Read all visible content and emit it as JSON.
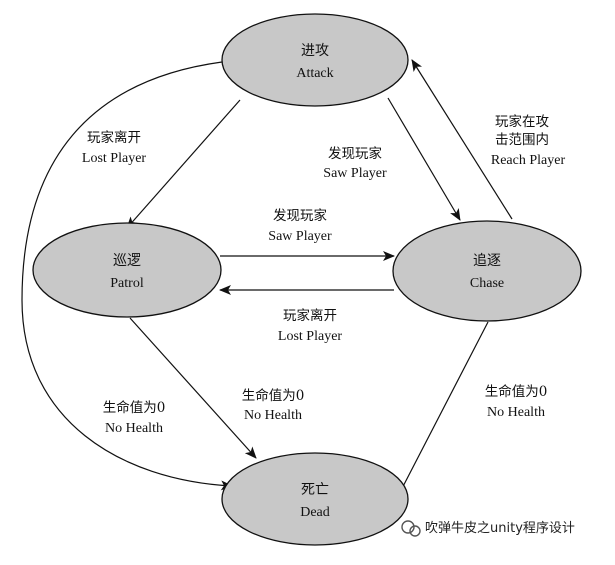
{
  "diagram": {
    "states": {
      "attack": {
        "cn": "进攻",
        "en": "Attack"
      },
      "patrol": {
        "cn": "巡逻",
        "en": "Patrol"
      },
      "chase": {
        "cn": "追逐",
        "en": "Chase"
      },
      "dead": {
        "cn": "死亡",
        "en": "Dead"
      }
    },
    "transitions": {
      "attack_to_patrol": {
        "cn": "玩家离开",
        "en": "Lost Player"
      },
      "attack_to_chase": {
        "cn": "发现玩家",
        "en": "Saw Player"
      },
      "chase_to_attack": {
        "cn1": "玩家在攻",
        "cn2": "击范围内",
        "en": "Reach Player"
      },
      "patrol_to_chase": {
        "cn": "发现玩家",
        "en": "Saw Player"
      },
      "chase_to_patrol": {
        "cn": "玩家离开",
        "en": "Lost Player"
      },
      "attack_to_dead": {
        "cn": "生命值为0",
        "en": "No Health"
      },
      "patrol_to_dead": {
        "cn": "生命值为0",
        "en": "No Health"
      },
      "chase_to_dead": {
        "cn": "生命值为0",
        "en": "No Health"
      }
    }
  },
  "watermark": {
    "text": "吹弹牛皮之unity程序设计"
  }
}
